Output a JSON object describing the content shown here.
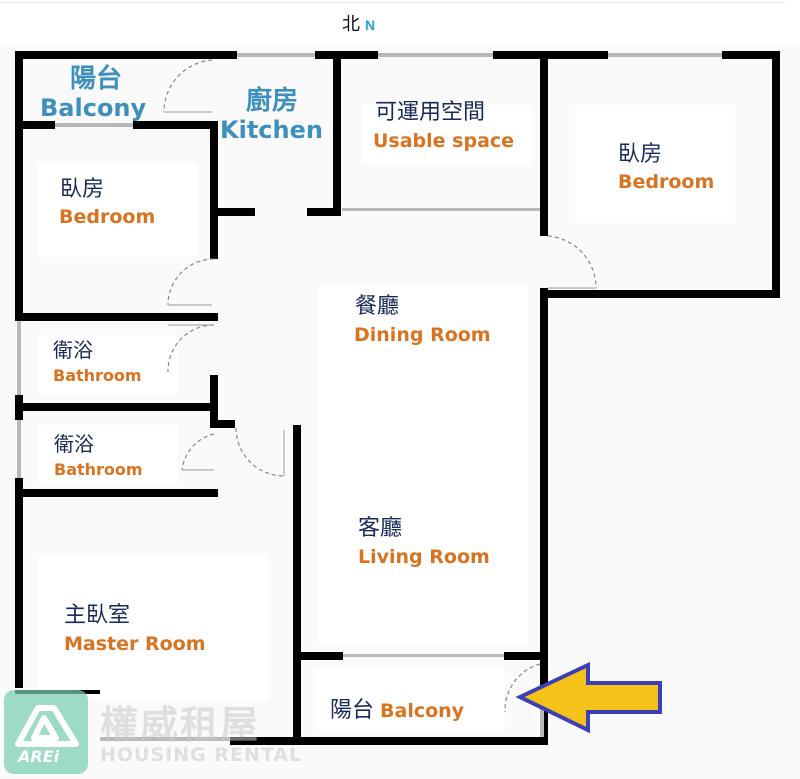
{
  "compass": {
    "zh": "北",
    "en": "N"
  },
  "rooms": {
    "balcony_nw": {
      "zh": "陽台",
      "en": "Balcony"
    },
    "kitchen": {
      "zh": "廚房",
      "en": "Kitchen"
    },
    "usable_space": {
      "zh": "可運用空間",
      "en": "Usable space"
    },
    "bedroom_ne": {
      "zh": "臥房",
      "en": "Bedroom"
    },
    "bedroom_w": {
      "zh": "臥房",
      "en": "Bedroom"
    },
    "dining_room": {
      "zh": "餐廳",
      "en": "Dining Room"
    },
    "bathroom_1": {
      "zh": "衛浴",
      "en": "Bathroom"
    },
    "bathroom_2": {
      "zh": "衛浴",
      "en": "Bathroom"
    },
    "living_room": {
      "zh": "客廳",
      "en": "Living Room"
    },
    "master_room": {
      "zh": "主臥室",
      "en": "Master Room"
    },
    "balcony_s": {
      "zh": "陽台",
      "en": "Balcony"
    }
  },
  "entrance_arrow": {
    "fill": "#f5c21a",
    "stroke": "#3b3fb8"
  },
  "watermark": {
    "logo_text": "AREi",
    "brand_zh": "權威租屋",
    "brand_en": "HOUSING RENTAL"
  },
  "colors": {
    "wall": "#000000",
    "label_zh": "#172a5a",
    "label_en": "#d9731f",
    "label_blue": "#3d8fbd"
  }
}
